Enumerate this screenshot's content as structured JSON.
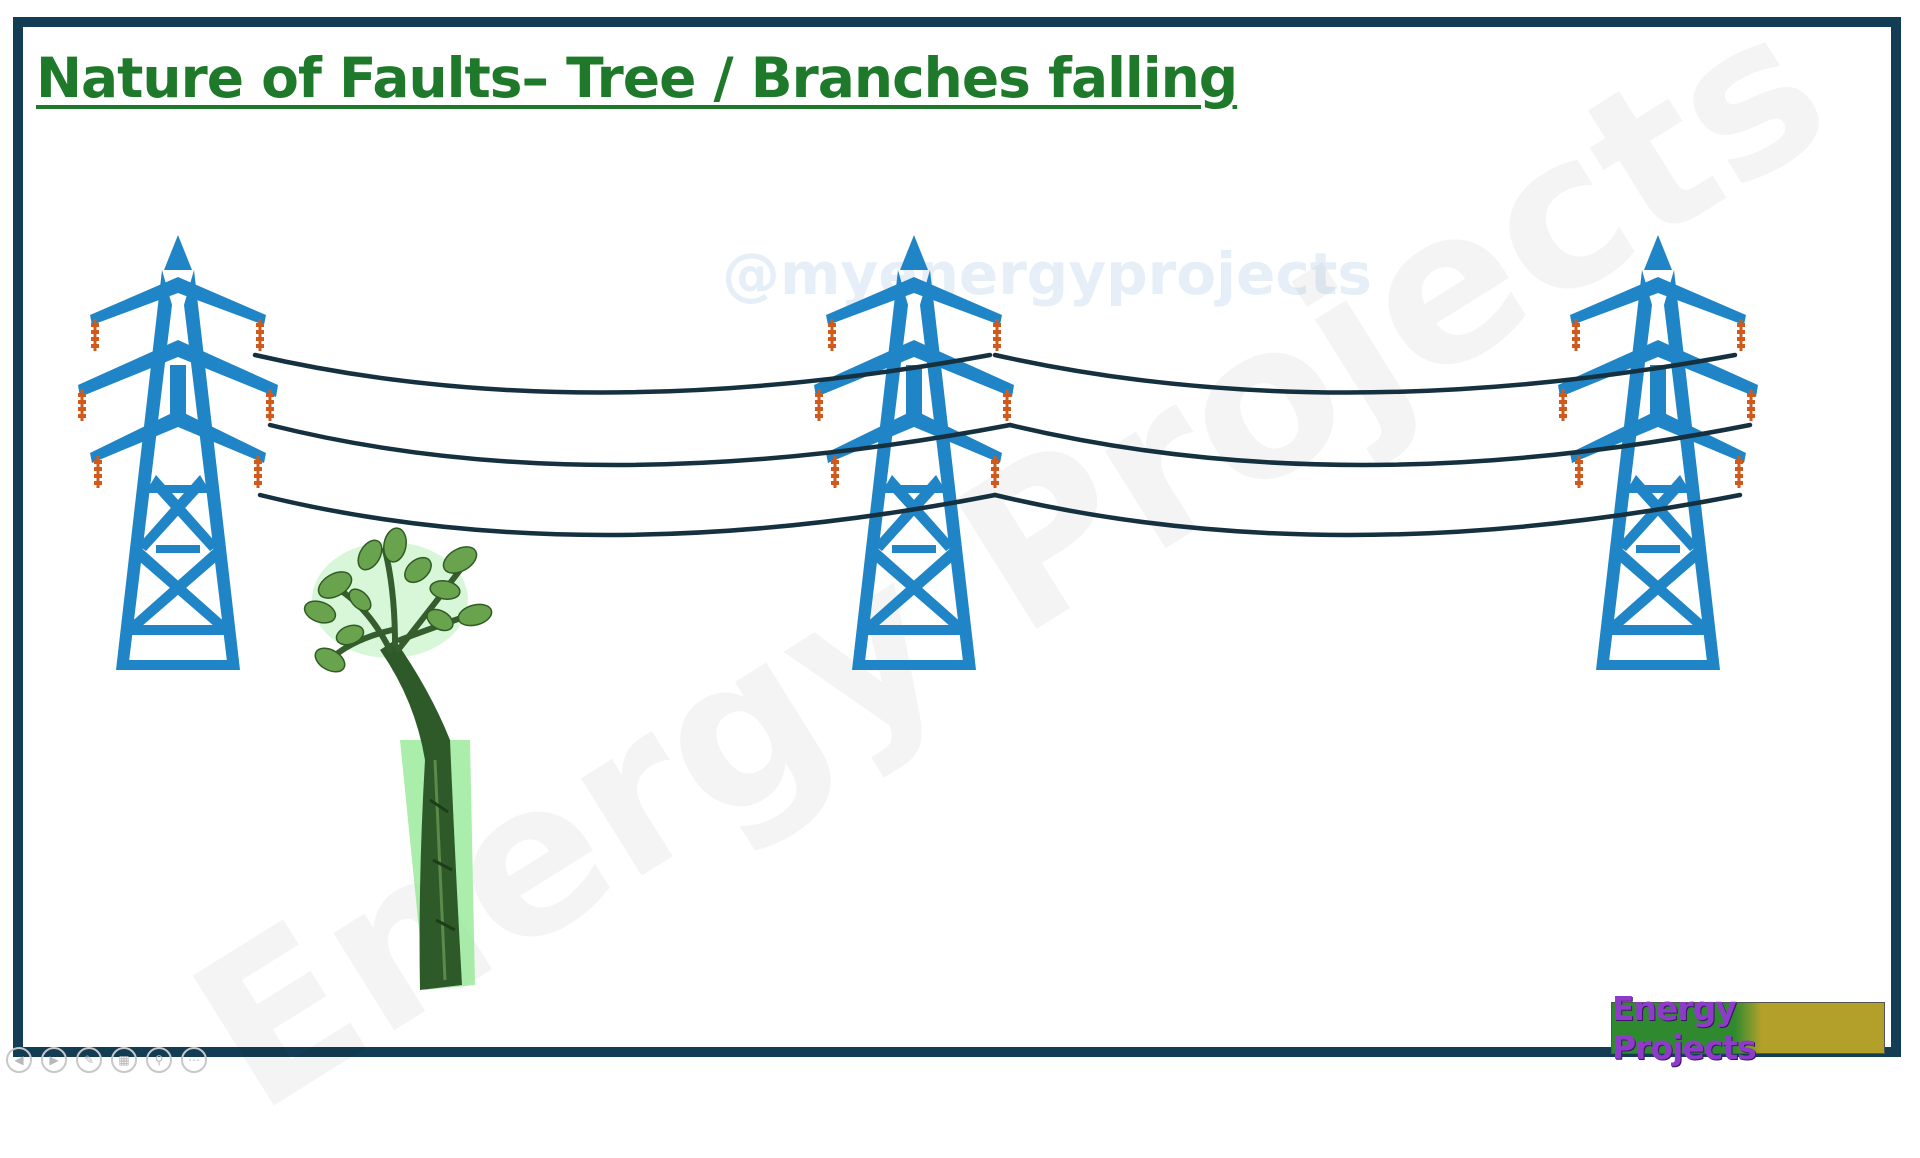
{
  "slide": {
    "title": "Nature of Faults– Tree / Branches falling",
    "title_color": "#1e7a2a",
    "frame_color": "#123d55"
  },
  "watermark": {
    "handle": "@myenergyprojects",
    "brand": "Energy Projects"
  },
  "logo": {
    "text": "Energy Projects",
    "bg_left": "#2f8a2f",
    "bg_right": "#b3a02a",
    "text_color": "#8e3bc9"
  },
  "scene": {
    "tower_color": "#1f85c6",
    "insulator_color": "#cf5a1c",
    "conductor_color": "#15303f",
    "tree_leaf_color": "#6aa34e",
    "tree_trunk_color": "#2e5a2a",
    "tree_glow_color": "#8fe78f",
    "towers": [
      "tower-left",
      "tower-middle",
      "tower-right"
    ]
  },
  "slideshow_controls": [
    {
      "name": "previous-slide-icon",
      "glyph": "◀"
    },
    {
      "name": "next-slide-icon",
      "glyph": "▶"
    },
    {
      "name": "pen-tool-icon",
      "glyph": "✎"
    },
    {
      "name": "see-all-slides-icon",
      "glyph": "▦"
    },
    {
      "name": "zoom-icon",
      "glyph": "⚲"
    },
    {
      "name": "more-options-icon",
      "glyph": "⋯"
    }
  ]
}
